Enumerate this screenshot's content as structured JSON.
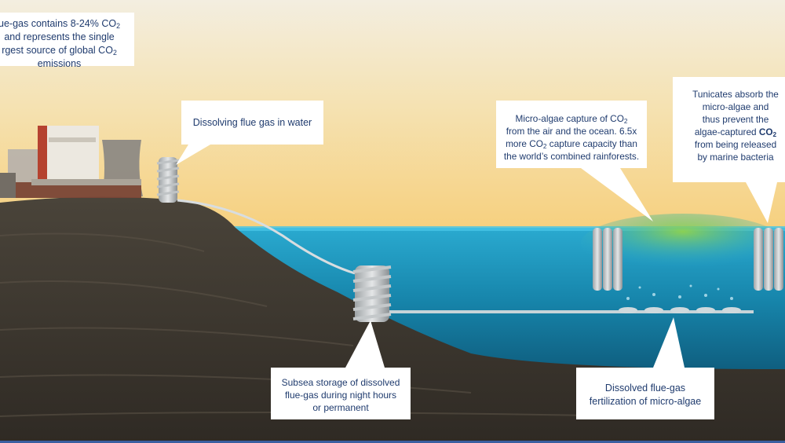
{
  "callouts": {
    "flue_gas": {
      "line1": "ue-gas contains 8-24% CO",
      "line1_sub": "2",
      "line2": "and represents the single",
      "line3": "rgest source of global CO",
      "line3_sub": "2",
      "line4": "emissions"
    },
    "dissolving": {
      "line1": "Dissolving flue gas in water"
    },
    "micro_algae": {
      "line1": "Micro-algae capture of CO",
      "line1_sub": "2",
      "line2": "from the air and the ocean. 6.5x",
      "line3a": "more CO",
      "line3_sub": "2",
      "line3b": " capture capacity than",
      "line4": "the world’s combined rainforests."
    },
    "tunicates": {
      "line1": "Tunicates absorb  the",
      "line2": "micro-algae and",
      "line3": "thus prevent the",
      "line4a": "algae-captured ",
      "line4b": "CO",
      "line4_sub": "2",
      "line5": "from being released",
      "line6": "by marine bacteria"
    },
    "subsea": {
      "line1": "Subsea storage of dissolved",
      "line2": "flue-gas  during night hours",
      "line3": "or permanent"
    },
    "fertilization": {
      "line1": "Dissolved flue-gas",
      "line2": "fertilization of micro-algae"
    }
  },
  "colors": {
    "callout_text": "#1f3b6e",
    "sea": "#1a8fb3",
    "algae": "#7bc94a",
    "ground": "#4a4238",
    "sky_top": "#f4ecd6",
    "sky_bottom": "#f5d48a"
  }
}
